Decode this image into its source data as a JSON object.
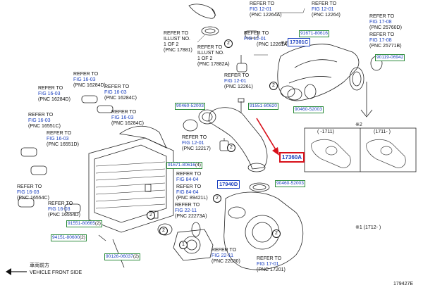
{
  "refs": [
    {
      "id": "r1",
      "refer": "REFER TO",
      "fig": "FIG 12-01",
      "pnc": "(PNC 12264A)"
    },
    {
      "id": "r2",
      "refer": "REFER TO",
      "fig": "FIG 12-01",
      "pnc": "(PNC 12264)"
    },
    {
      "id": "r3",
      "refer": "REFER TO",
      "fig": "FIG 17-08",
      "pnc": "(PNC 25760D)"
    },
    {
      "id": "r4",
      "refer": "REFER TO",
      "fig": "FIG 17-08",
      "pnc": "(PNC 25771B)"
    },
    {
      "id": "r5",
      "refer": "REFER TO",
      "fig": "FIG 12-01",
      "pnc": "(PNC 12261A)"
    },
    {
      "id": "r6",
      "refer": "REFER TO",
      "fig": "FIG 12-01",
      "pnc": "(PNC 12261)"
    },
    {
      "id": "r7",
      "refer": "REFER TO",
      "fig": "FIG 16-03",
      "pnc": "(PNC 16284D)"
    },
    {
      "id": "r8",
      "refer": "REFER TO",
      "fig": "FIG 16-03",
      "pnc": "(PNC 16284D)"
    },
    {
      "id": "r9",
      "refer": "REFER TO",
      "fig": "FIG 16-03",
      "pnc": "(PNC 16284C)"
    },
    {
      "id": "r10",
      "refer": "REFER TO",
      "fig": "FIG 16-03",
      "pnc": "(PNC 16284C)"
    },
    {
      "id": "r11",
      "refer": "REFER TO",
      "fig": "FIG 16-03",
      "pnc": "(PNC 16551C)"
    },
    {
      "id": "r12",
      "refer": "REFER TO",
      "fig": "FIG 16-03",
      "pnc": "(PNC 16551D)"
    },
    {
      "id": "r13",
      "refer": "REFER TO",
      "fig": "FIG 16-03",
      "pnc": "(PNC 16554C)"
    },
    {
      "id": "r14",
      "refer": "REFER TO",
      "fig": "FIG 16-03",
      "pnc": "(PNC 16554D)"
    },
    {
      "id": "r15",
      "refer": "REFER TO",
      "fig": "FIG 12-01",
      "pnc": "(PNC 12217)"
    },
    {
      "id": "r16",
      "refer": "REFER TO",
      "fig": "FIG 84-04",
      "pnc": ""
    },
    {
      "id": "r17",
      "refer": "REFER TO",
      "fig": "FIG 84-04",
      "pnc": "(PNC 89421L)"
    },
    {
      "id": "r18",
      "refer": "REFER TO",
      "fig": "FIG 22-11",
      "pnc": "(PNC 22273A)"
    },
    {
      "id": "r19",
      "refer": "REFER TO",
      "fig": "FIG 22-11",
      "pnc": "(PNC 22030)"
    },
    {
      "id": "r20",
      "refer": "REFER TO",
      "fig": "FIG 17-01",
      "pnc": "(PNC 17201)"
    }
  ],
  "illust": [
    {
      "id": "i1",
      "l1": "REFER TO",
      "l2": "ILLUST NO.",
      "l3": "1 OF 2",
      "l4": "(PNC 17881)"
    },
    {
      "id": "i2",
      "l1": "REFER TO",
      "l2": "ILLUST NO.",
      "l3": "1 OF 2",
      "l4": "(PNC 17882A)"
    }
  ],
  "parts": {
    "p91671_80616a": "91671-80616",
    "p90119_06942": "90119-06942",
    "p90460_52003a": "90460-52003",
    "p90460_52003b": "90460-52003",
    "p91551_80620": "91551-80620",
    "p90460_52003c": "90460-52003",
    "p91671_80616b": "91671-80616",
    "p91551_80665": "91551-80665",
    "p94151_80600": "94151-80600",
    "p90126_06037": "90126-06037"
  },
  "counts": {
    "c91671b": "(4)",
    "c91551_80665": "(2)",
    "c94151": "(2)",
    "c90126": "(2)"
  },
  "major": {
    "p17301C": "17301C",
    "p17940D": "17940D",
    "p17360A": "17360A"
  },
  "callouts": [
    "2",
    "2",
    "2",
    "2",
    "2",
    "2",
    "1",
    "2"
  ],
  "notes": {
    "star2_a": "※2",
    "star2_b": "※2",
    "star1": "※1 (1712-    )",
    "inset_left": "(    -1711)",
    "inset_right": "(1711-    )"
  },
  "footer": {
    "cn": "車両前方",
    "en": "VEHICLE FRONT SIDE",
    "fig_id": "179427E"
  },
  "colors": {
    "link": "#1a3fbf",
    "part_box": "#2a8a3a",
    "highlight": "#d8101a"
  }
}
